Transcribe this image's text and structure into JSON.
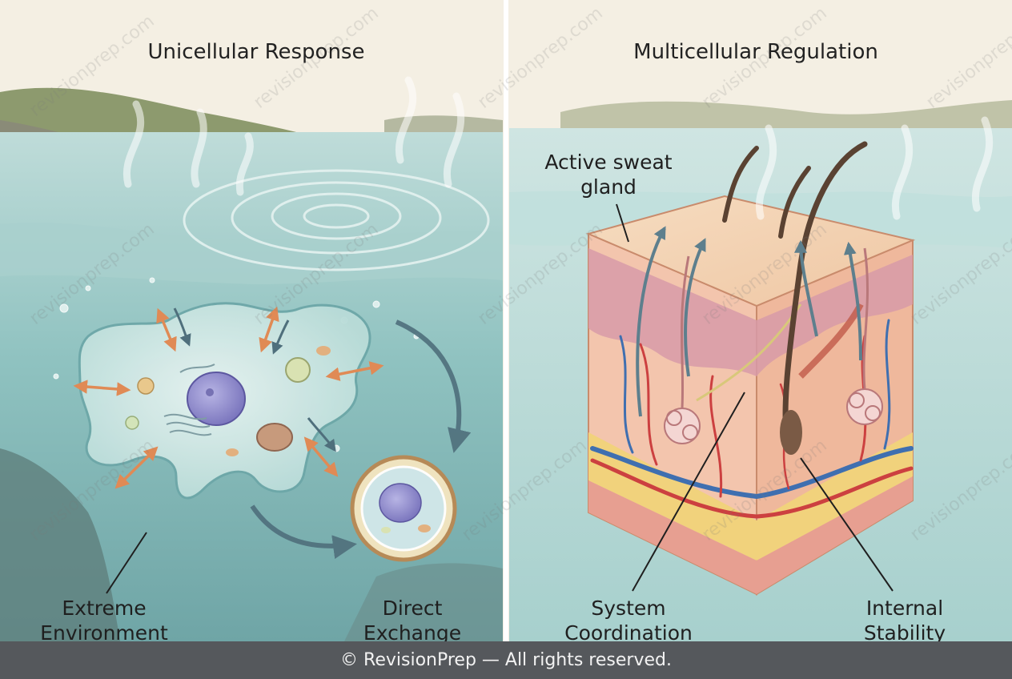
{
  "panels": {
    "left": {
      "title": "Unicellular Response",
      "labels": {
        "extreme_environment": "Extreme Environment",
        "direct_exchange": "Direct Exchange"
      }
    },
    "right": {
      "title": "Multicellular Regulation",
      "labels": {
        "active_sweat_gland": "Active sweat gland",
        "system_coordination": "System Coordination",
        "internal_stability": "Internal Stability"
      }
    }
  },
  "watermark": "revisionprep.com",
  "footer": "© RevisionPrep — All rights reserved.",
  "colors": {
    "background": "#f4efe3",
    "water": "#8fc2c0",
    "footer": "#55585c",
    "arrow_orange": "#e08a55",
    "arrow_slate": "#4f6f7c",
    "skin": "#f2c8a8"
  }
}
